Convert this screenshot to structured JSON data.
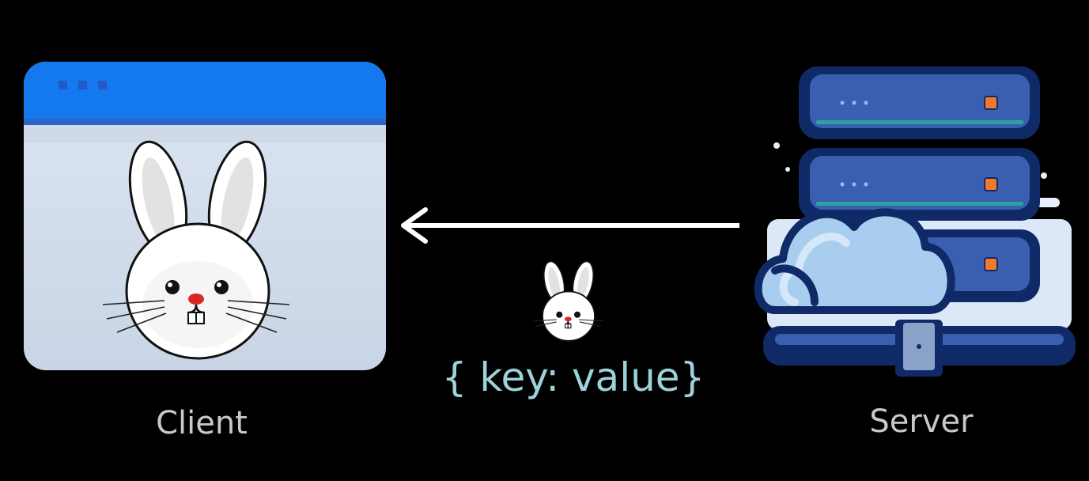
{
  "client": {
    "label": "Client"
  },
  "server": {
    "label": "Server"
  },
  "payload": {
    "label": "{ key: value}"
  },
  "colors": {
    "background": "#000000",
    "titlebar": "#1479ee",
    "window_body": "#dde6f2",
    "arrow": "#ffffff",
    "payload_text": "#9cd2d9",
    "caption_text": "#c9c9c9",
    "server_dark": "#0f2a66",
    "server_light": "#3b5fb0",
    "server_led": "#f07a2a",
    "cloud": "#a9cdee"
  }
}
